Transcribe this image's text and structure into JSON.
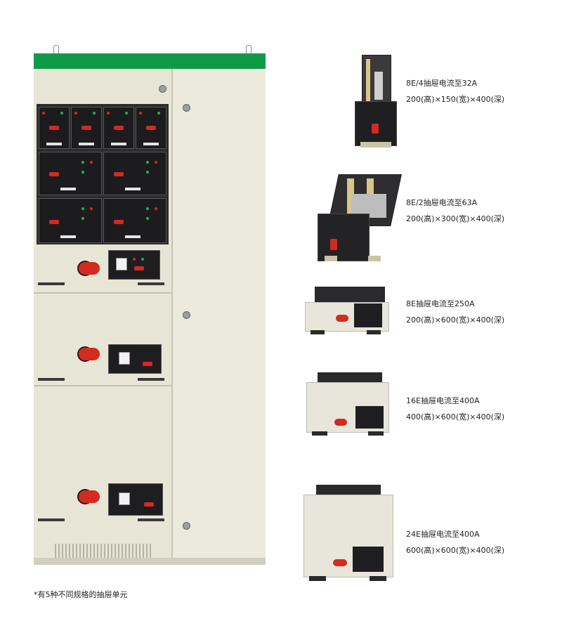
{
  "colors": {
    "cabinet_top_bar": "#0f9a48",
    "cabinet_body": "#e7e6d6",
    "panel_dark": "#2c2c2e",
    "handle_red": "#d42a1f"
  },
  "units": [
    {
      "title": "8E/4抽屉电流至32A",
      "dims": "200(高)×150(宽)×400(深)"
    },
    {
      "title": "8E/2抽屉电流至63A",
      "dims": "200(高)×300(宽)×400(深)"
    },
    {
      "title": "8E抽屉电流至250A",
      "dims": "200(高)×600(宽)×400(深)"
    },
    {
      "title": "16E抽屉电流至400A",
      "dims": "400(高)×600(宽)×400(深)"
    },
    {
      "title": "24E抽屉电流至400A",
      "dims": "600(高)×600(宽)×400(深)"
    }
  ],
  "footnote": "*有5种不同规格的抽屉单元"
}
